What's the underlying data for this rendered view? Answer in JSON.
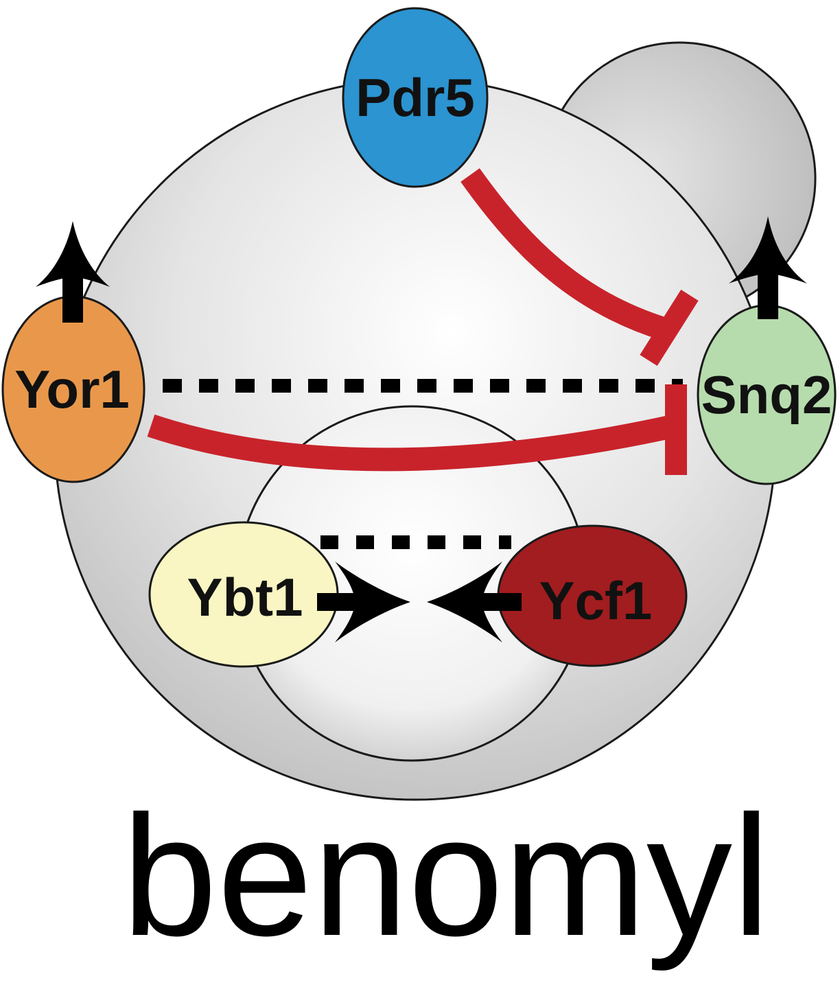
{
  "proteins": {
    "pdr5": {
      "label": "Pdr5",
      "color": "#2b94d1"
    },
    "yor1": {
      "label": "Yor1",
      "color": "#e9984b"
    },
    "snq2": {
      "label": "Snq2",
      "color": "#b6dcad"
    },
    "ybt1": {
      "label": "Ybt1",
      "color": "#f9f6c3"
    },
    "ycf1": {
      "label": "Ycf1",
      "color": "#a21d1f"
    }
  },
  "interactions": [
    {
      "from": "Pdr5",
      "to": "Snq2",
      "type": "inhibition",
      "color": "#c8232b"
    },
    {
      "from": "Yor1",
      "to": "Snq2",
      "type": "inhibition",
      "color": "#c8232b"
    },
    {
      "from": "Yor1",
      "to": "Snq2",
      "type": "dashed-link"
    },
    {
      "from": "Ybt1",
      "to": "Ycf1",
      "type": "dashed-link"
    },
    {
      "from": "Ybt1",
      "to": "Ycf1",
      "type": "mutual-arrows"
    }
  ],
  "upregulated": [
    "Yor1",
    "Snq2"
  ],
  "colors": {
    "cell_fill": "#d3d3d3",
    "nucleus_fill": "#efefef",
    "outline": "#1a1a1a",
    "inhibition": "#c8232b",
    "arrow": "#000000"
  },
  "caption": "benomyl"
}
